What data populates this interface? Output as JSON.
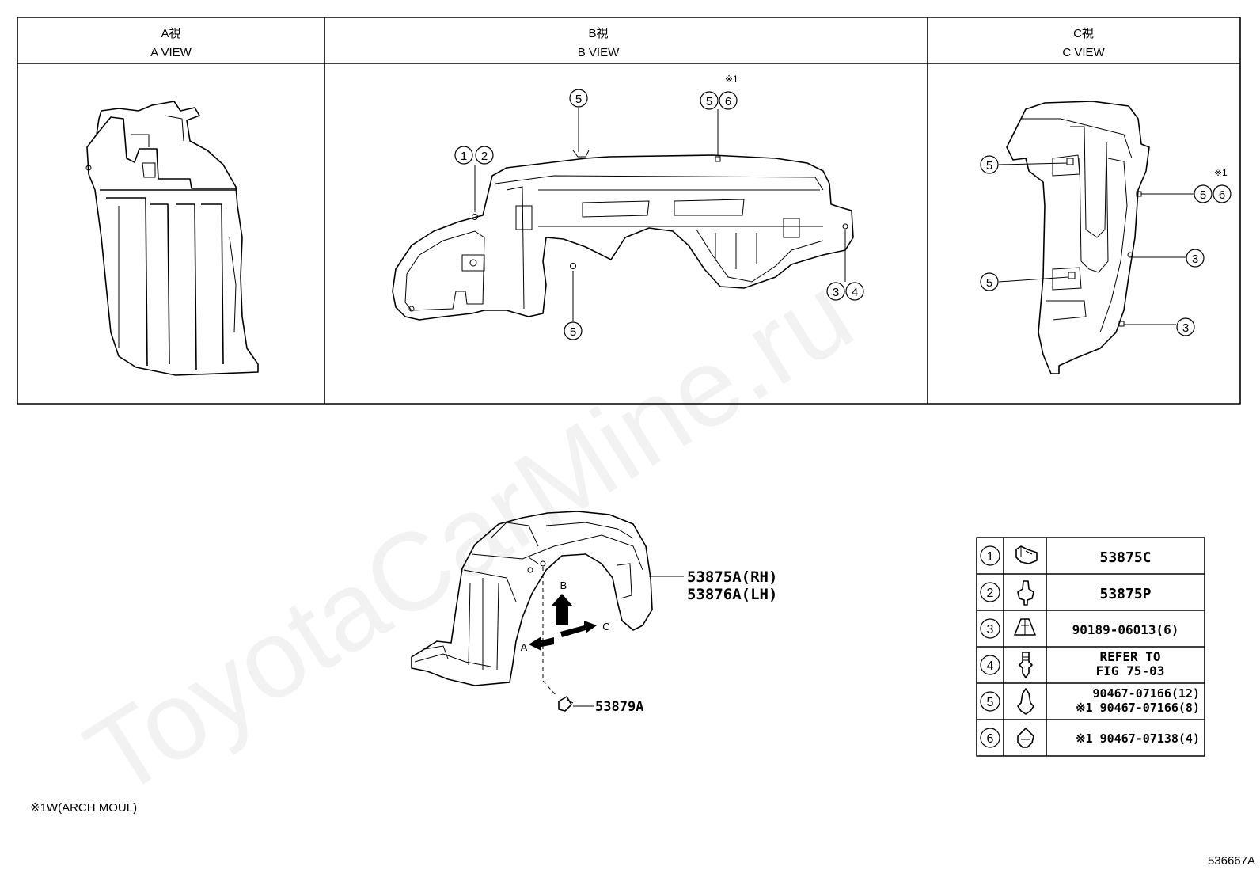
{
  "panels": {
    "a": {
      "title_jp": "A視",
      "title_en": "A VIEW"
    },
    "b": {
      "title_jp": "B視",
      "title_en": "B VIEW"
    },
    "c": {
      "title_jp": "C視",
      "title_en": "C VIEW"
    }
  },
  "callout_mark": "※1",
  "markers": {
    "n1": "1",
    "n2": "2",
    "n3": "3",
    "n4": "4",
    "n5": "5",
    "n6": "6"
  },
  "main_part": {
    "label_rh": "53875A(RH)",
    "label_lh": "53876A(LH)",
    "clip_label": "53879A",
    "arrows": {
      "a": "A",
      "b": "B",
      "c": "C"
    }
  },
  "parts_table": {
    "rows": [
      {
        "num": "1",
        "part": "53875C",
        "part2": ""
      },
      {
        "num": "2",
        "part": "53875P",
        "part2": ""
      },
      {
        "num": "3",
        "part": "90189-06013(6)",
        "part2": ""
      },
      {
        "num": "4",
        "part": "REFER TO",
        "part2": "FIG 75-03"
      },
      {
        "num": "5",
        "part": "90467-07166(12)",
        "part2": "※1 90467-07166(8)"
      },
      {
        "num": "6",
        "part": "※1 90467-07138(4)",
        "part2": ""
      }
    ]
  },
  "footnote": "※1W(ARCH MOUL)",
  "figure_id": "536667A",
  "watermark": "ToyotaCarMine.ru"
}
